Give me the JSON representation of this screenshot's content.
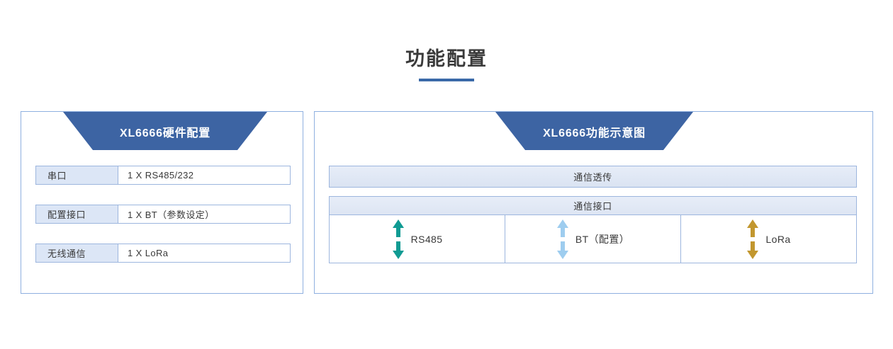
{
  "page": {
    "title": "功能配置",
    "accent_color": "#3a6aa8",
    "banner_color": "#3d64a3",
    "panel_border_color": "#8fb0e0",
    "cell_border_color": "#9db6de",
    "label_fill_color": "#dce6f6"
  },
  "hardware_panel": {
    "banner_title": "XL6666硬件配置",
    "rows": [
      {
        "label": "串口",
        "value": "1 X RS485/232"
      },
      {
        "label": "配置接口",
        "value": "1 X BT（参数设定）"
      },
      {
        "label": "无线通信",
        "value": "1 X LoRa"
      }
    ]
  },
  "function_panel": {
    "banner_title": "XL6666功能示意图",
    "passthrough_bar": "通信透传",
    "interface_header": "通信接口",
    "interfaces": [
      {
        "label": "RS485",
        "icon": "bidirectional-arrow-icon",
        "color": "#109b93"
      },
      {
        "label": "BT（配置）",
        "icon": "bidirectional-arrow-icon",
        "color": "#9ecdef"
      },
      {
        "label": "LoRa",
        "icon": "bidirectional-arrow-icon",
        "color": "#c2972f"
      }
    ]
  }
}
